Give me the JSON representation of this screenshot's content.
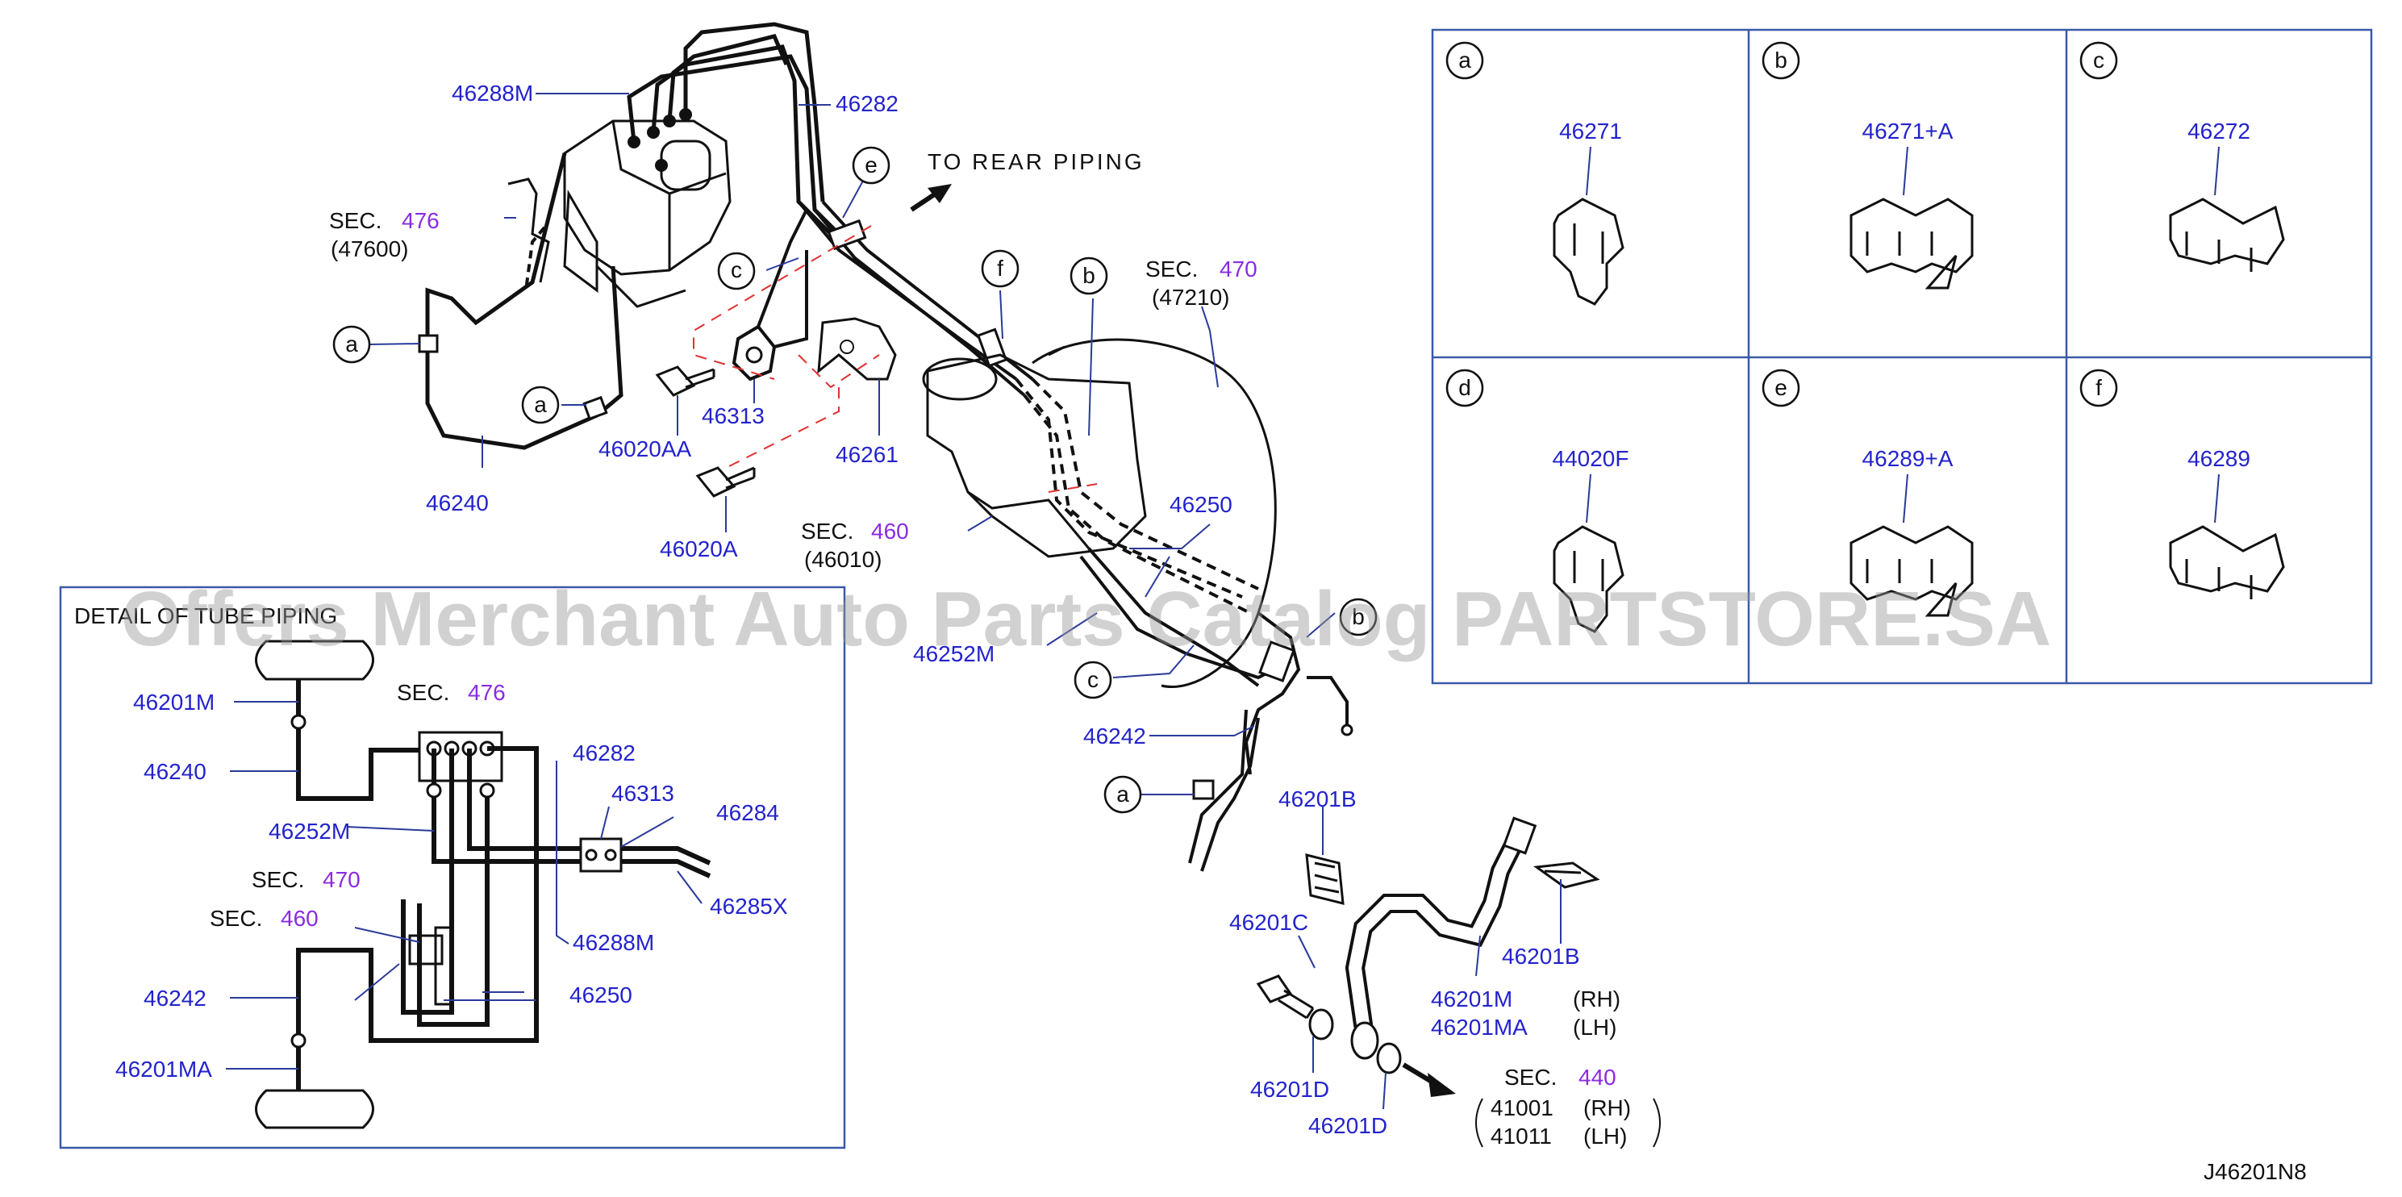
{
  "watermark": "Offers Merchant Auto Parts Catalog PARTSTORE.SA",
  "diagram_code": "J46201N8",
  "direction_note": "TO REAR PIPING",
  "detail_title": "DETAIL OF TUBE PIPING",
  "colors": {
    "part_number": "#2323cc",
    "section_number": "#8a2be2",
    "frame": "#3a5aa8",
    "cut_line": "#e03030",
    "watermark": "#9a9a9a"
  },
  "sec_prefix": "SEC.",
  "sections": {
    "s476": {
      "number": "476",
      "sub": "(47600)"
    },
    "s470": {
      "number": "470",
      "sub": "(47210)"
    },
    "s460": {
      "number": "460",
      "sub": "(46010)"
    },
    "s440": {
      "number": "440",
      "items": [
        "41001",
        "41011"
      ],
      "sides": [
        "(RH)",
        "(LH)"
      ]
    }
  },
  "callouts": {
    "a": "a",
    "b": "b",
    "c": "c",
    "d": "d",
    "e": "e",
    "f": "f"
  },
  "parts": {
    "p46288M": "46288M",
    "p46282": "46282",
    "p46313": "46313",
    "p46261": "46261",
    "p46020AA": "46020AA",
    "p46020A": "46020A",
    "p46240": "46240",
    "p46250": "46250",
    "p46252M": "46252M",
    "p46242": "46242",
    "p46201B": "46201B",
    "p46201C": "46201C",
    "p46201D": "46201D",
    "p46201M": "46201M",
    "p46201MA": "46201MA",
    "p46284": "46284",
    "p46285X": "46285X"
  },
  "hose_sides": {
    "rh": "(RH)",
    "lh": "(LH)"
  },
  "clip_table": [
    {
      "letter": "a",
      "part": "46271"
    },
    {
      "letter": "b",
      "part": "46271+A"
    },
    {
      "letter": "c",
      "part": "46272"
    },
    {
      "letter": "d",
      "part": "44020F"
    },
    {
      "letter": "e",
      "part": "46289+A"
    },
    {
      "letter": "f",
      "part": "46289"
    }
  ]
}
